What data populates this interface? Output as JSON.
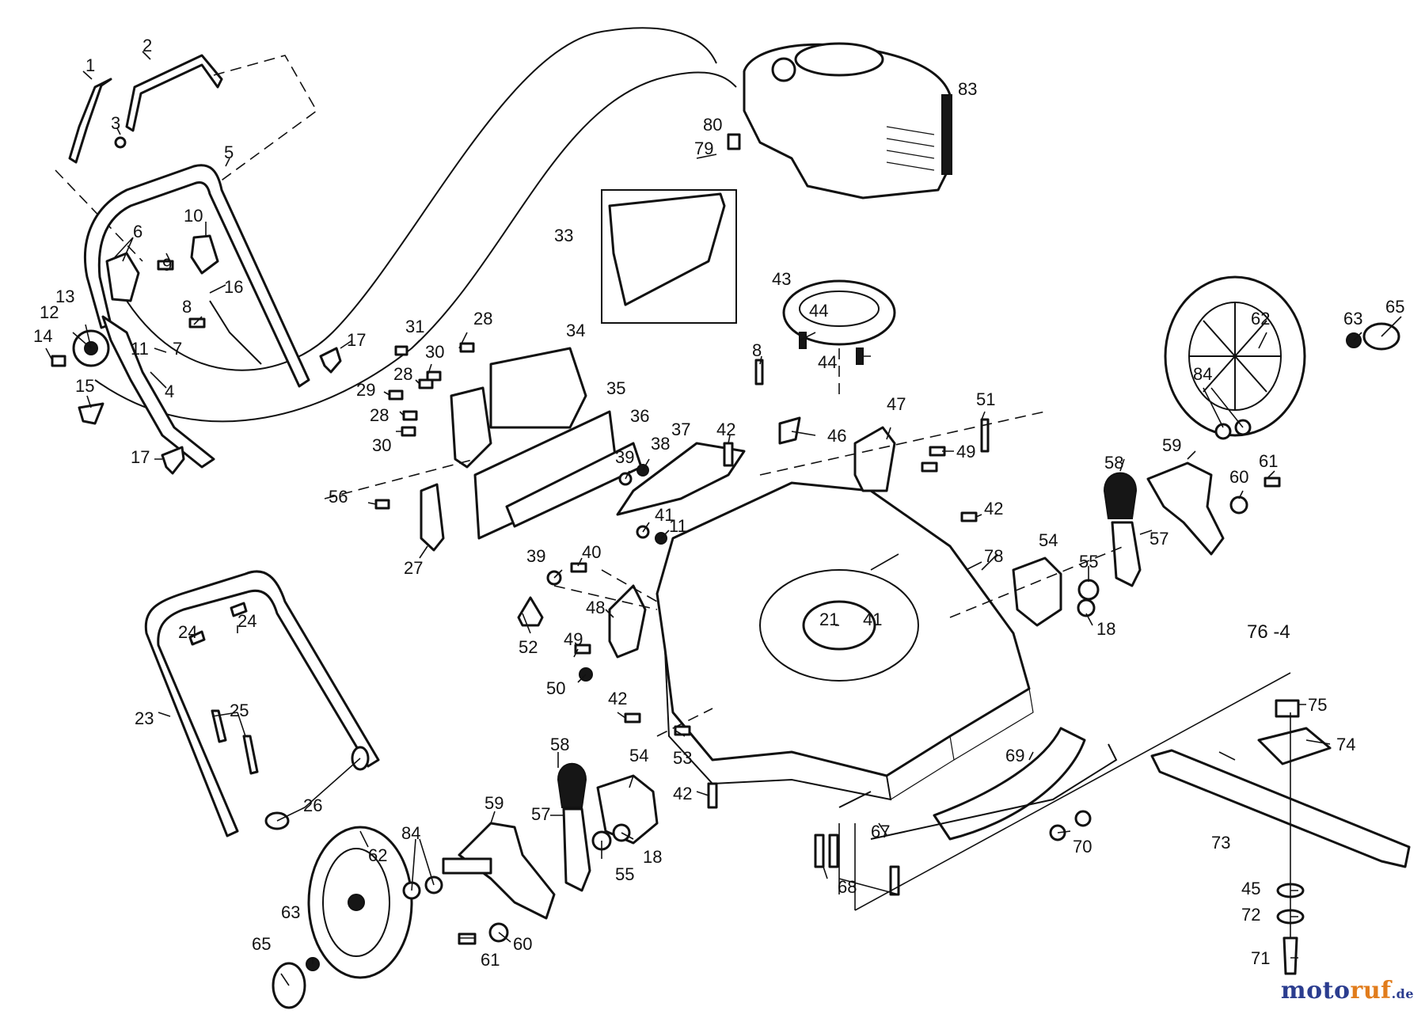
{
  "diagram": {
    "figure_code": "76 -4",
    "callouts": {
      "c1": "1",
      "c2": "2",
      "c3": "3",
      "c4": "4",
      "c5": "5",
      "c6": "6",
      "c7": "7",
      "c8a": "8",
      "c8b": "8",
      "c9": "9",
      "c10": "10",
      "c11a": "11",
      "c11b": "11",
      "c12": "12",
      "c13": "13",
      "c14": "14",
      "c15": "15",
      "c16": "16",
      "c17a": "17",
      "c17b": "17",
      "c18a": "18",
      "c18b": "18",
      "c21": "21",
      "c23": "23",
      "c24a": "24",
      "c24b": "24",
      "c25": "25",
      "c26": "26",
      "c27": "27",
      "c28a": "28",
      "c28b": "28",
      "c28c": "28",
      "c29": "29",
      "c30a": "30",
      "c30b": "30",
      "c31": "31",
      "c33": "33",
      "c34": "34",
      "c35": "35",
      "c36": "36",
      "c37": "37",
      "c38": "38",
      "c39a": "39",
      "c39b": "39",
      "c40": "40",
      "c41a": "41",
      "c41b": "41",
      "c42a": "42",
      "c42b": "42",
      "c42c": "42",
      "c42d": "42",
      "c43": "43",
      "c44a": "44",
      "c44b": "44",
      "c45": "45",
      "c46": "46",
      "c47": "47",
      "c48": "48",
      "c49a": "49",
      "c49b": "49",
      "c50": "50",
      "c51": "51",
      "c52": "52",
      "c53": "53",
      "c54a": "54",
      "c54b": "54",
      "c55a": "55",
      "c55b": "55",
      "c56": "56",
      "c57a": "57",
      "c57b": "57",
      "c58a": "58",
      "c58b": "58",
      "c59a": "59",
      "c59b": "59",
      "c60a": "60",
      "c60b": "60",
      "c61a": "61",
      "c61b": "61",
      "c62a": "62",
      "c62b": "62",
      "c63a": "63",
      "c63b": "63",
      "c65a": "65",
      "c65b": "65",
      "c67": "67",
      "c68": "68",
      "c69": "69",
      "c70": "70",
      "c71": "71",
      "c72": "72",
      "c73": "73",
      "c74": "74",
      "c75": "75",
      "c78": "78",
      "c79": "79",
      "c80": "80",
      "c83": "83",
      "c84a": "84",
      "c84b": "84"
    }
  },
  "watermark": {
    "name_a": "moto",
    "name_b": "ruf",
    "tld": ".de"
  }
}
